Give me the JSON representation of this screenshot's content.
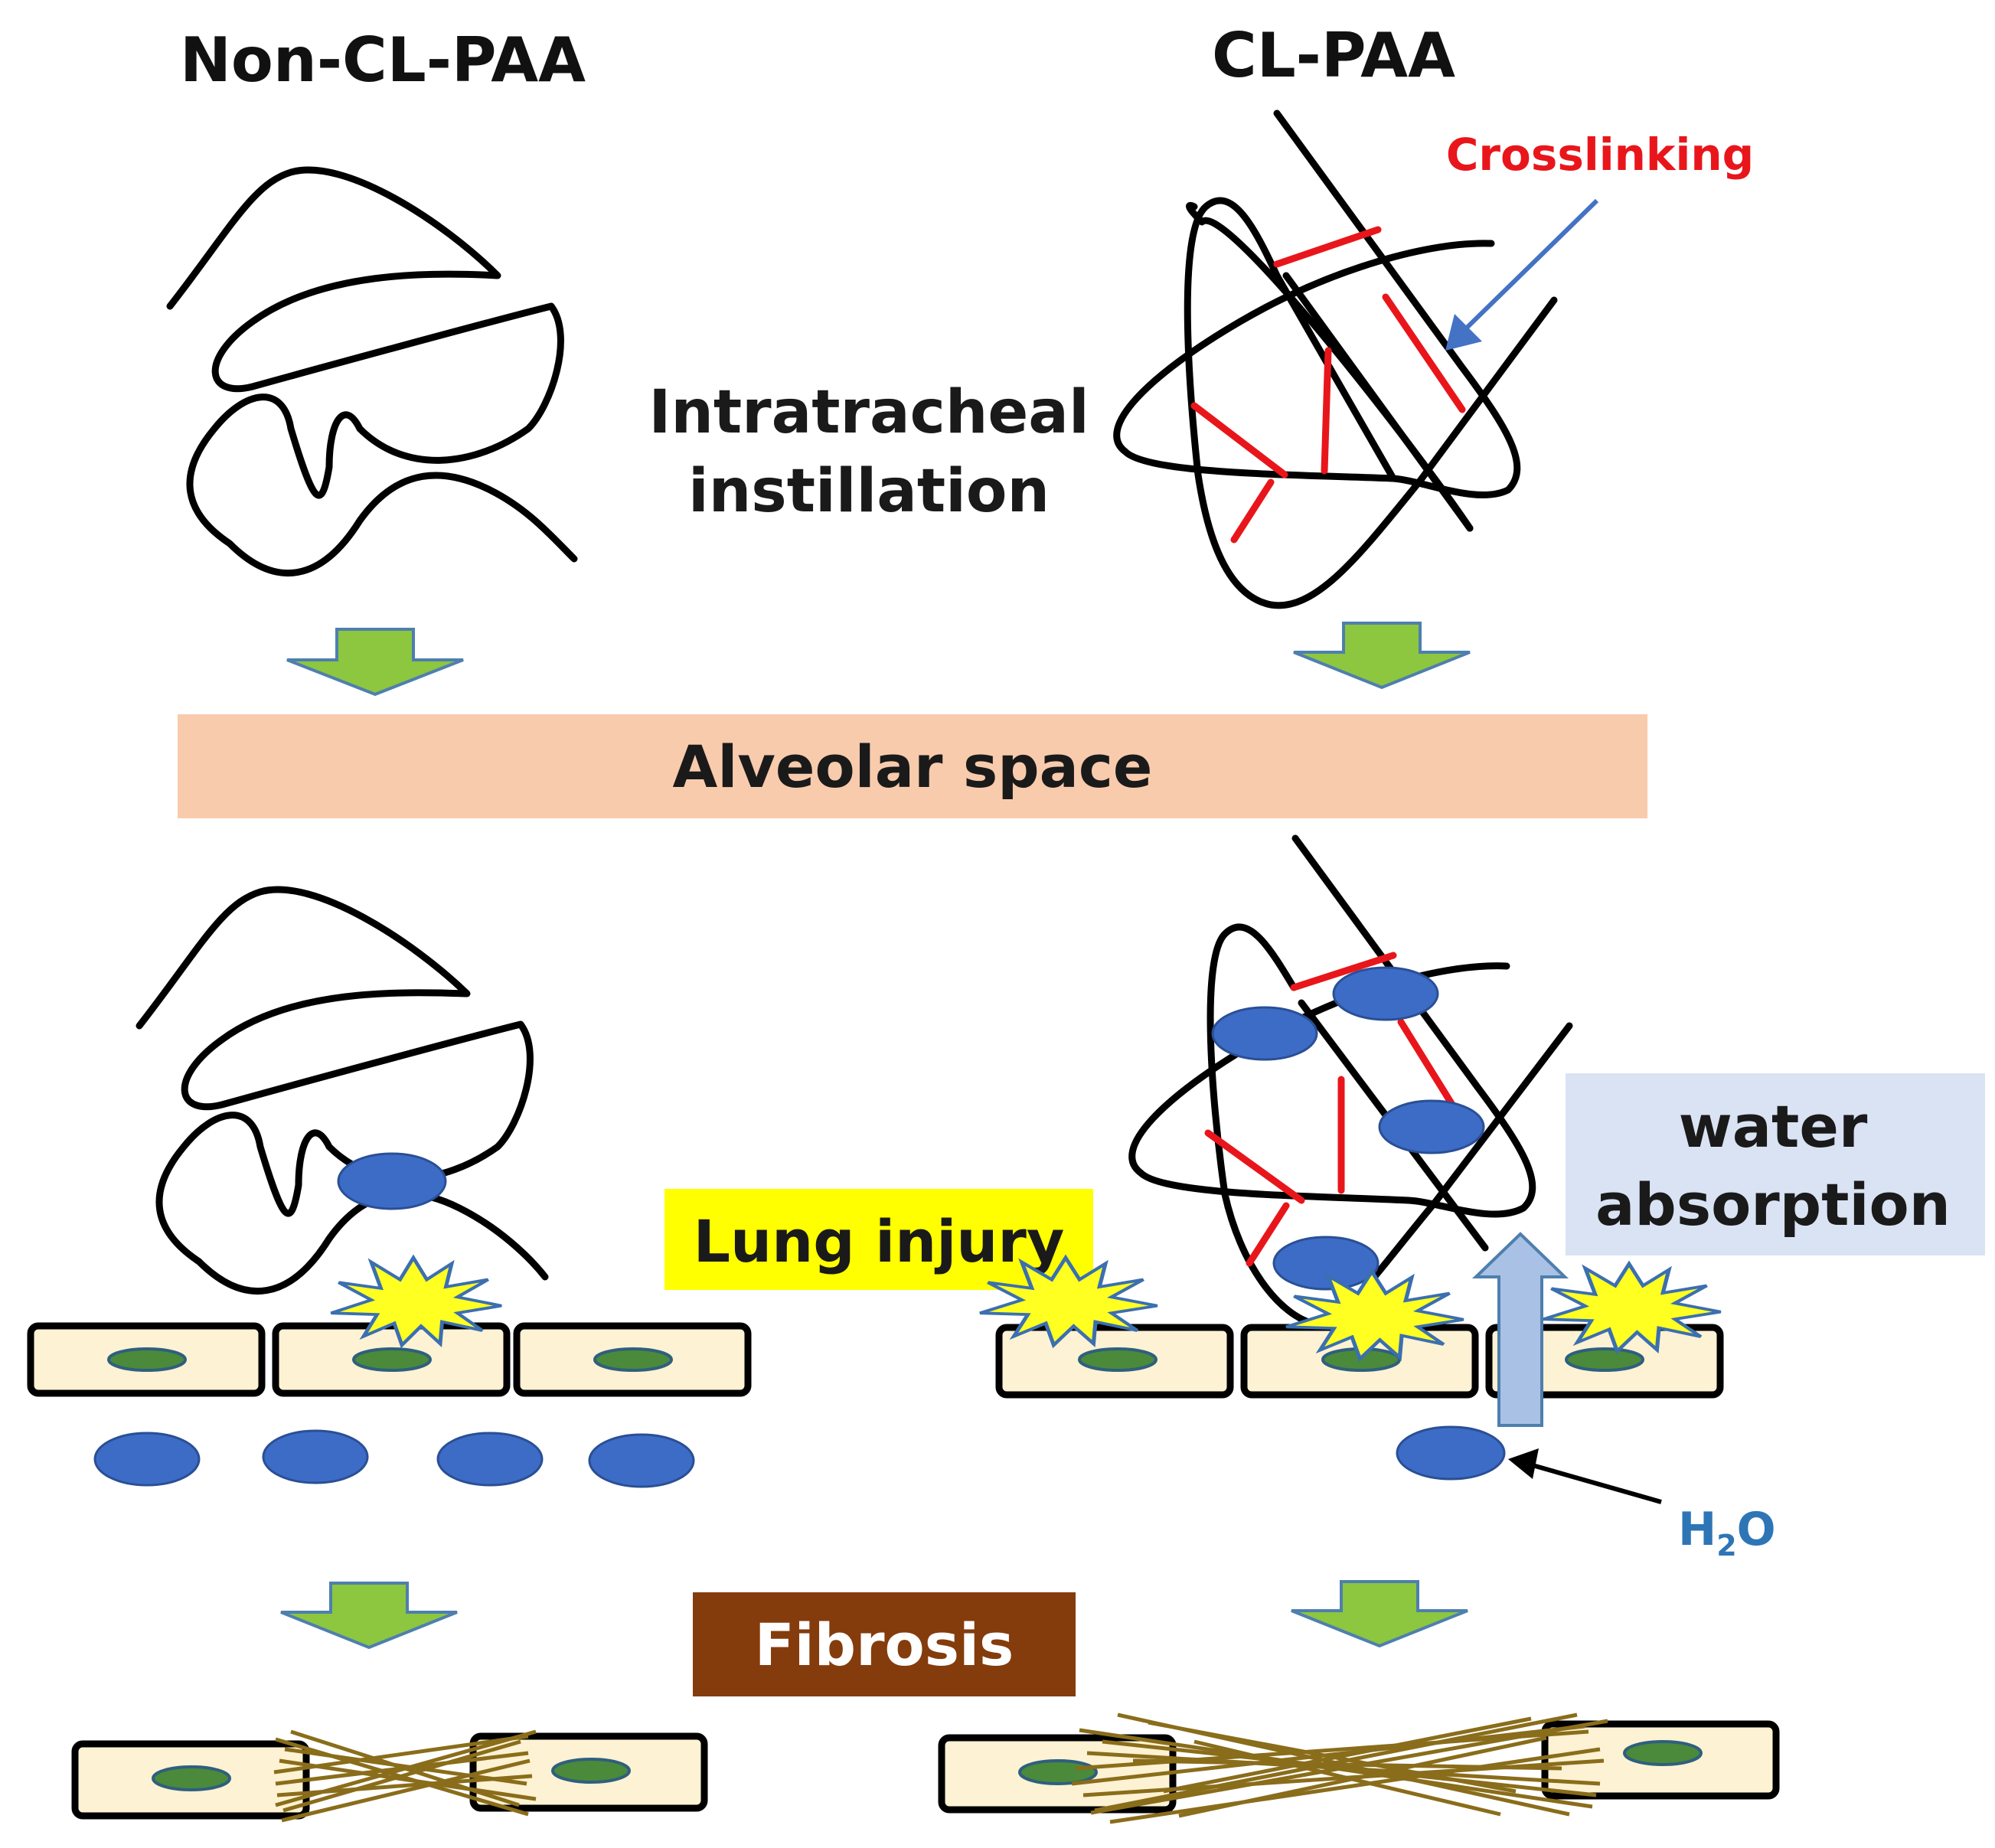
{
  "labels": {
    "left_title": "Non-CL-PAA",
    "right_title": "CL-PAA",
    "crosslinking": "Crosslinking",
    "instillation_line1": "Intratracheal",
    "instillation_line2": "instillation",
    "alveolar_space": "Alveolar space",
    "lung_injury": "Lung injury",
    "water_line1": "water",
    "water_line2": "absorption",
    "h2o_main": "H",
    "h2o_sub": "2",
    "h2o_tail": "O",
    "fibrosis": "Fibrosis"
  },
  "colors": {
    "polymer_chain": "#000000",
    "crosslink": "#e8161b",
    "crosslinking_arrow": "#4472c4",
    "alveolar_band": "#f8cbad",
    "lung_injury_box": "#ffff00",
    "water_box": "#dae3f3",
    "water_arrow": "#a9c1e5",
    "fibrosis_box": "#843c0c",
    "down_arrow": "#8dc63f",
    "water_molecule": "#3c6cc6",
    "cell_fill": "#fdf2d3",
    "nucleus": "#4a8a3a",
    "injury_burst": "#ffff22",
    "fiber": "#8a6d1a",
    "h2o_text": "#2e75b6"
  }
}
